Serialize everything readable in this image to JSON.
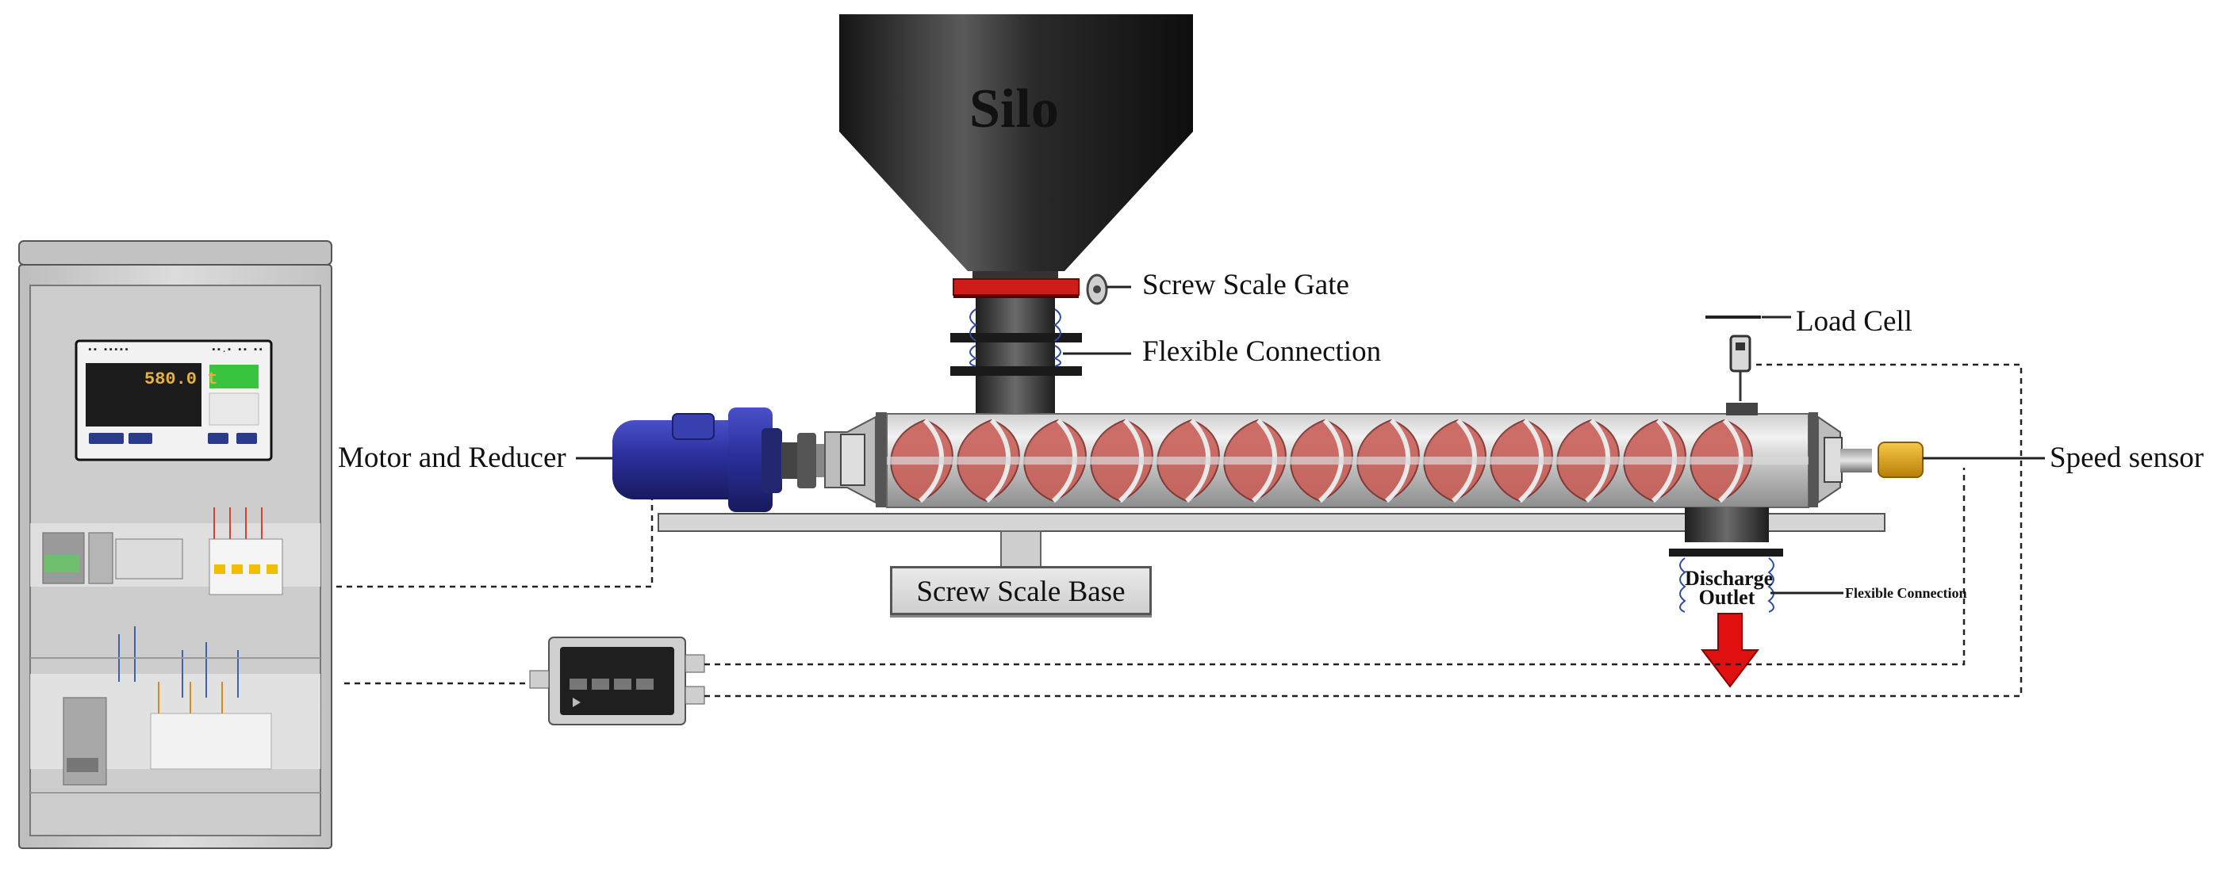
{
  "labels": {
    "silo": "Silo",
    "screw_scale_gate": "Screw Scale Gate",
    "flexible_connection": "Flexible Connection",
    "load_cell": "Load Cell",
    "motor_and_reducer": "Motor and Reducer",
    "speed_sensor": "Speed sensor",
    "screw_scale_base": "Screw Scale Base",
    "discharge_outlet_line1": "Discharge",
    "discharge_outlet_line2": "Outlet",
    "flexible_connection_small": "Flexible Connection"
  },
  "controller_display": {
    "header_left": "▪▪ ▪▪▪▪▪",
    "header_right": "▪▪.▪ ▪▪ ▪▪",
    "main_reading": "580.0 t"
  },
  "colors": {
    "silo_dark": "#1e1e1e",
    "gate_red": "#d11a1a",
    "motor_blue": "#2b2f9c",
    "flight_red": "#c9605a",
    "sensor_yellow": "#e3a514",
    "arrow_red": "#e01010",
    "display_green": "#39c43f",
    "display_amber": "#e8b23a"
  }
}
